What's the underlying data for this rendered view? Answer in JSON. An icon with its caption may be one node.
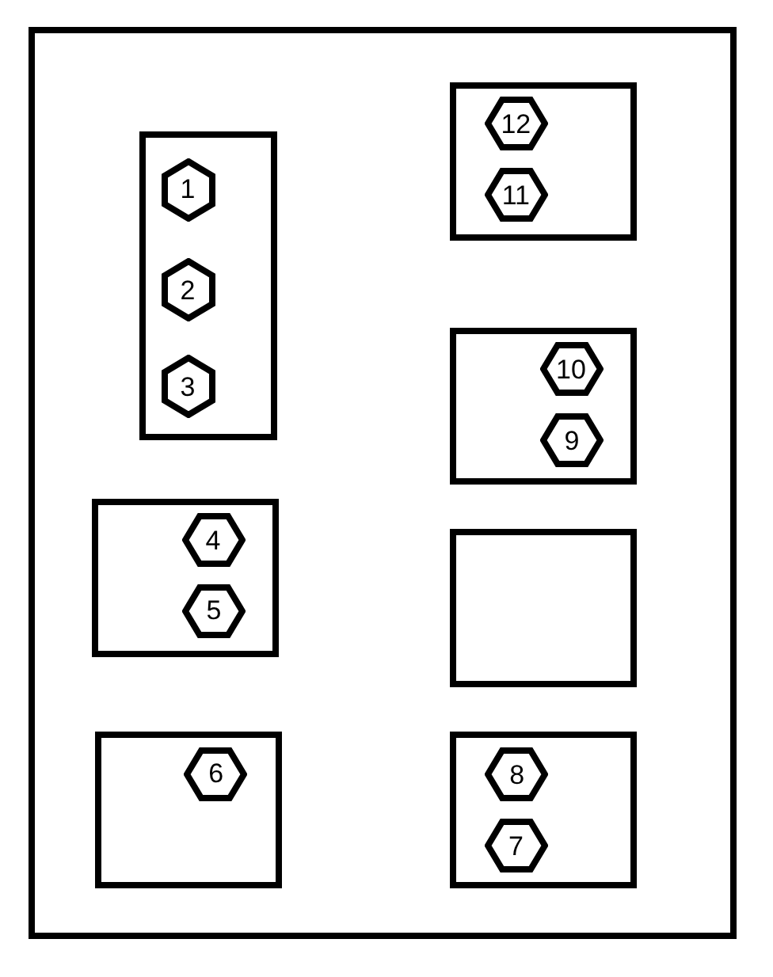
{
  "diagram": {
    "nodes": [
      {
        "text": [],
        "shape": "box"
      },
      {
        "text": [],
        "shape": "box",
        "in": 0
      },
      {
        "text": [
          "1"
        ],
        "in": 1
      },
      {
        "text": [
          "2"
        ],
        "in": 1
      },
      {
        "text": [
          "3"
        ],
        "in": 1
      },
      {
        "text": [],
        "shape": "box",
        "in": 0
      },
      {
        "text": [
          "12"
        ],
        "in": 5
      },
      {
        "text": [
          "11"
        ],
        "in": 5
      },
      {
        "text": [],
        "shape": "box",
        "in": 0
      },
      {
        "text": [
          "10"
        ],
        "in": 8
      },
      {
        "text": [
          "9"
        ],
        "in": 8
      },
      {
        "text": [],
        "shape": "box",
        "in": 0
      },
      {
        "text": [
          "4"
        ],
        "in": 11
      },
      {
        "text": [
          "5"
        ],
        "in": 11
      },
      {
        "text": [],
        "shape": "box",
        "in": 0
      },
      {
        "text": [],
        "shape": "box",
        "in": 0
      },
      {
        "text": [
          "6"
        ],
        "in": 15
      },
      {
        "text": [],
        "shape": "box",
        "in": 0
      },
      {
        "text": [
          "8"
        ],
        "in": 17
      },
      {
        "text": [
          "7"
        ],
        "in": 17
      }
    ]
  }
}
